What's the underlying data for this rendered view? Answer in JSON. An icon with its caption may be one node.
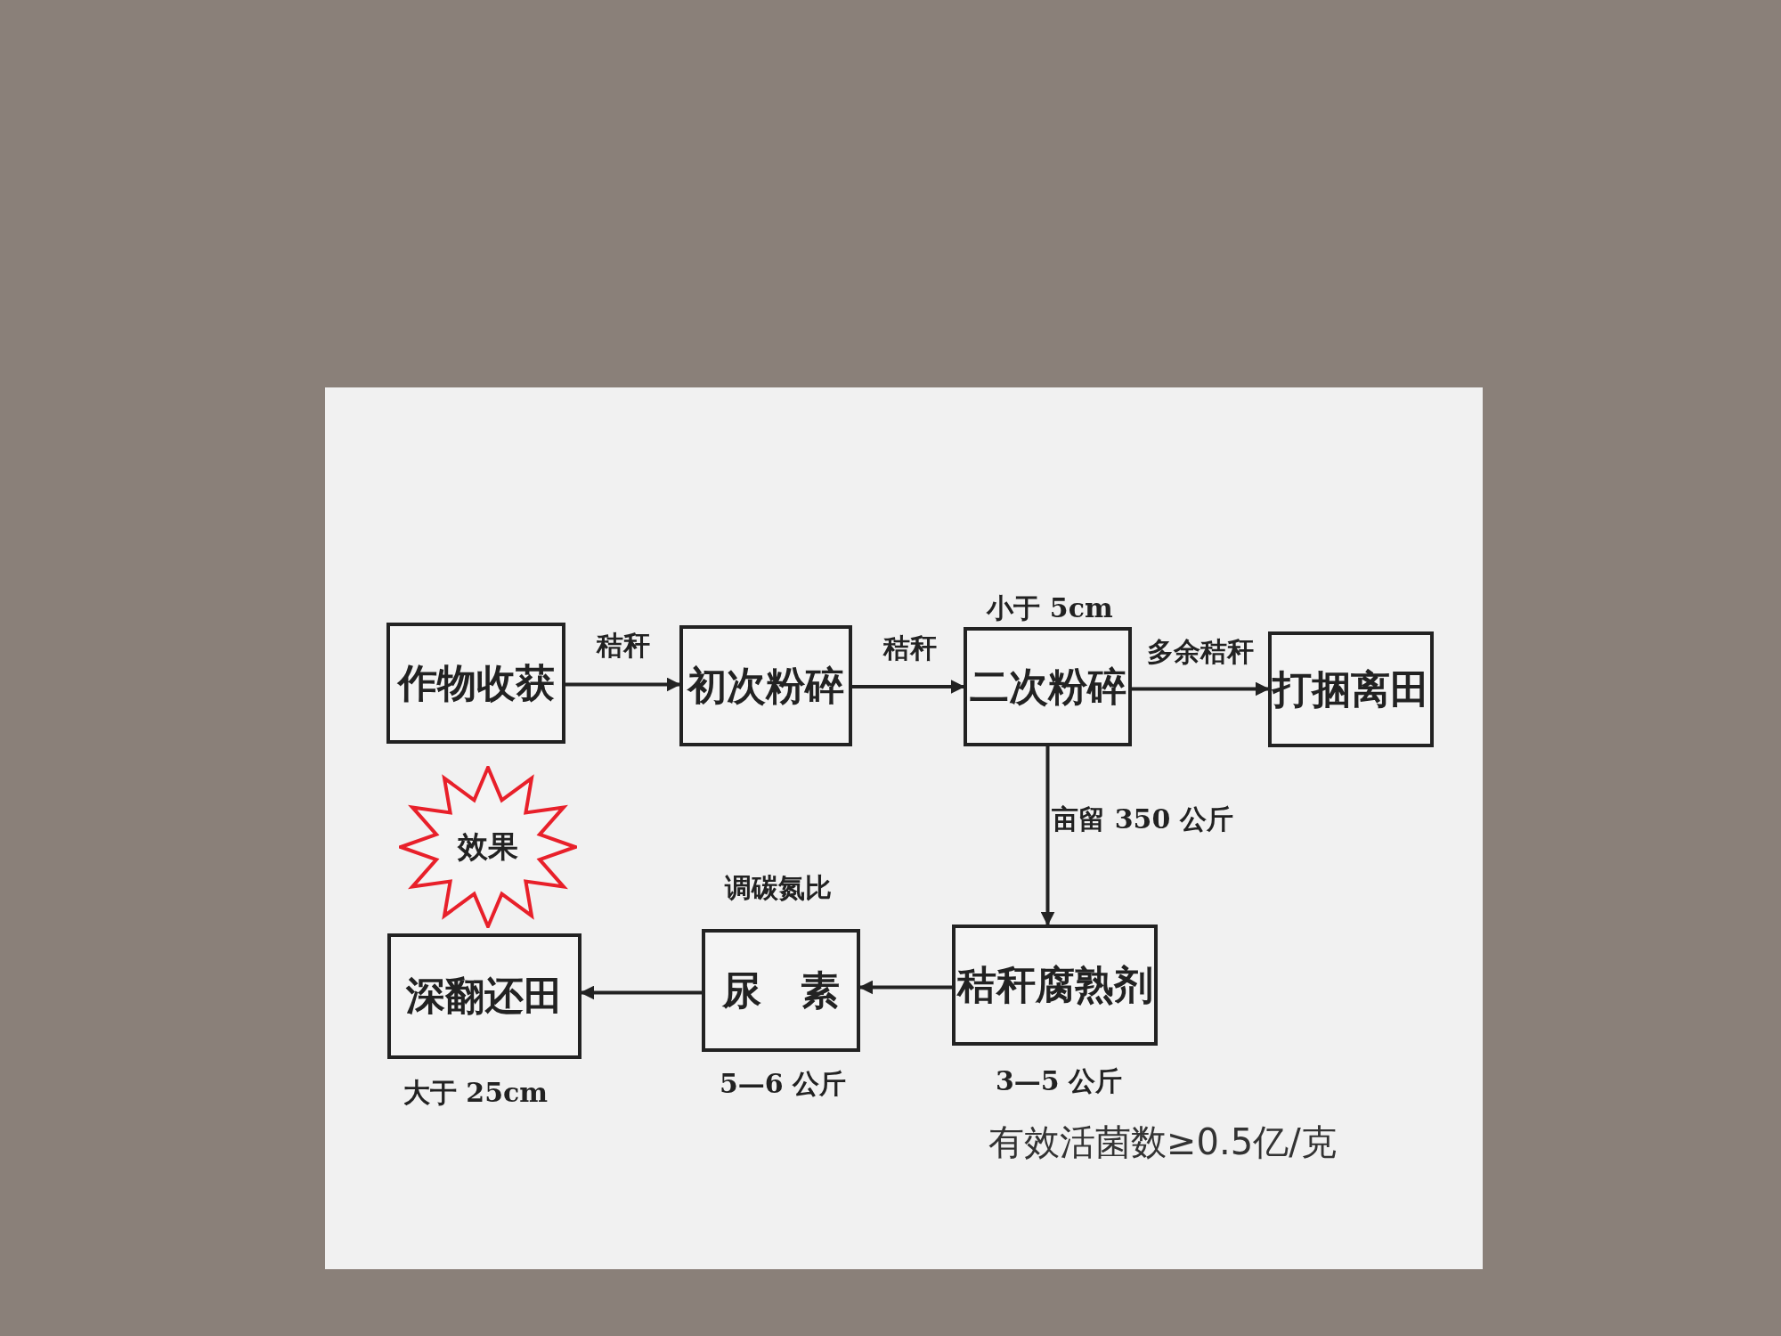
{
  "diagram": {
    "nodes": [
      {
        "text": [
          "作物收获"
        ]
      },
      {
        "text": [
          "初次粉碎"
        ]
      },
      {
        "text": [
          "二次粉碎"
        ],
        "beside": [
          "小于 5cm"
        ]
      },
      {
        "text": [
          "打捆离田"
        ]
      },
      {
        "text": [
          "效果"
        ]
      },
      {
        "text": [
          "深翻还田"
        ],
        "beside": [
          "大于 25cm"
        ]
      },
      {
        "text": [
          "尿　素"
        ],
        "beside": [
          "调碳氮比",
          "5—6 公斤"
        ]
      },
      {
        "text": [
          "秸秆腐熟剂"
        ],
        "beside": [
          "3—5 公斤"
        ]
      }
    ],
    "edges": [
      {
        "from": 0,
        "to": 1,
        "arrow": "to",
        "label": "秸秆"
      },
      {
        "from": 1,
        "to": 2,
        "arrow": "to",
        "label": "秸秆"
      },
      {
        "from": 2,
        "to": 3,
        "arrow": "to",
        "label": "多余秸秆"
      },
      {
        "from": 2,
        "to": 7,
        "arrow": "to",
        "label": "亩留 350 公斤"
      },
      {
        "from": 7,
        "to": 6,
        "arrow": "to"
      },
      {
        "from": 6,
        "to": 5,
        "arrow": "to"
      }
    ],
    "labels": [
      "有效活菌数≥0.5亿/克"
    ]
  }
}
